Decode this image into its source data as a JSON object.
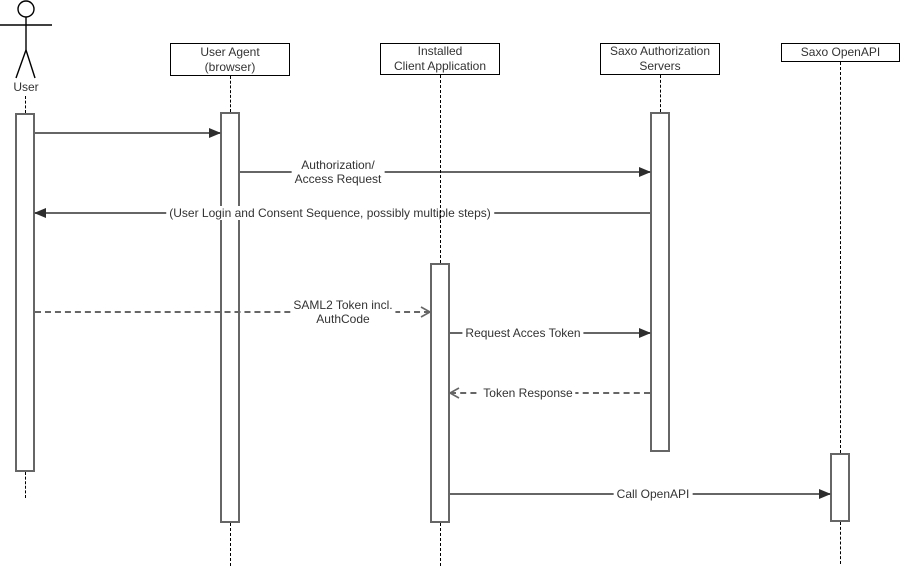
{
  "diagram_type": "uml-sequence-diagram",
  "colors": {
    "background": "#ffffff",
    "frame_stroke": "#000000",
    "message_line": "#666666",
    "arrowhead": "#2d2d2d",
    "text": "#333333"
  },
  "actors": [
    {
      "id": "user",
      "label": "User",
      "kind": "stick-figure-actor"
    },
    {
      "id": "user-agent",
      "line1": "User Agent",
      "line2": "(browser)",
      "kind": "box"
    },
    {
      "id": "installed-client",
      "line1": "Installed",
      "line2": "Client Application",
      "kind": "box"
    },
    {
      "id": "saxo-auth",
      "line1": "Saxo Authorization",
      "line2": "Servers",
      "kind": "box"
    },
    {
      "id": "saxo-openapi",
      "label": "Saxo OpenAPI",
      "kind": "box"
    }
  ],
  "messages": [
    {
      "from": "User",
      "to": "User Agent (browser)",
      "label": "",
      "style": "solid-filled-arrow"
    },
    {
      "from": "User Agent (browser)",
      "to": "Saxo Authorization Servers",
      "line1": "Authorization/",
      "line2": "Access Request",
      "style": "solid-filled-arrow"
    },
    {
      "from": "Saxo Authorization Servers",
      "to": "User",
      "label": "(User Login and Consent Sequence, possibly multiple steps)",
      "style": "solid-filled-arrow"
    },
    {
      "from": "User",
      "to": "Installed Client Application",
      "line1": "SAML2 Token incl.",
      "line2": "AuthCode",
      "style": "dashed-open-arrow"
    },
    {
      "from": "Installed Client Application",
      "to": "Saxo Authorization Servers",
      "label": "Request Acces Token",
      "style": "solid-filled-arrow"
    },
    {
      "from": "Saxo Authorization Servers",
      "to": "Installed Client Application",
      "label": "Token Response",
      "style": "dashed-open-arrow"
    },
    {
      "from": "Installed Client Application",
      "to": "Saxo OpenAPI",
      "label": "Call OpenAPI",
      "style": "solid-filled-arrow"
    }
  ]
}
